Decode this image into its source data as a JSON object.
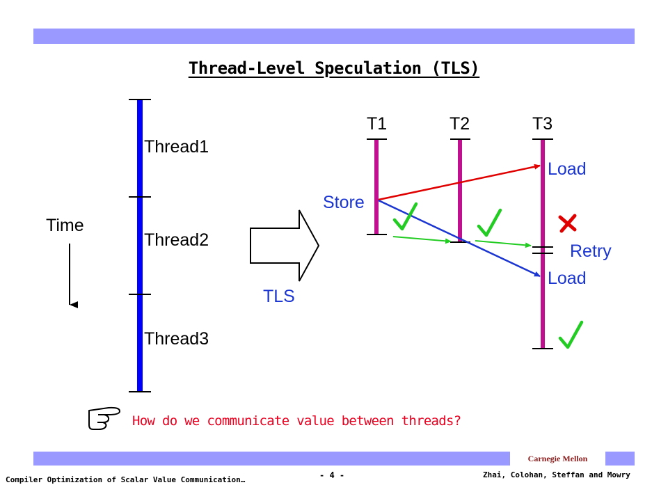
{
  "slide": {
    "title": "Thread-Level Speculation (TLS)",
    "question": "How do we communicate value between threads?",
    "footer_left": "Compiler Optimization of Scalar Value Communication…",
    "page_number": "- 4 -",
    "authors": "Zhai, Colohan, Steffan and Mowry",
    "institution": "Carnegie Mellon"
  },
  "diagram": {
    "time_label": "Time",
    "sequential_threads": [
      "Thread1",
      "Thread2",
      "Thread3"
    ],
    "arrow_label": "TLS",
    "speculative_threads": [
      "T1",
      "T2",
      "T3"
    ],
    "store_label": "Store",
    "load_label_1": "Load",
    "load_label_2": "Load",
    "retry_label": "Retry",
    "icons": {
      "pointer": "pointing-hand-icon",
      "check": "check-mark-icon",
      "cross": "cross-mark-icon"
    },
    "colors": {
      "header_bar": "#9999ff",
      "sequential_thread": "#0000ff",
      "speculative_thread": "#c0108f",
      "store_to_load_ok": "#e00000",
      "store_to_load_violation": "#1b35d1",
      "commit_token": "#22cc22",
      "question_text": "#e8001f"
    }
  }
}
